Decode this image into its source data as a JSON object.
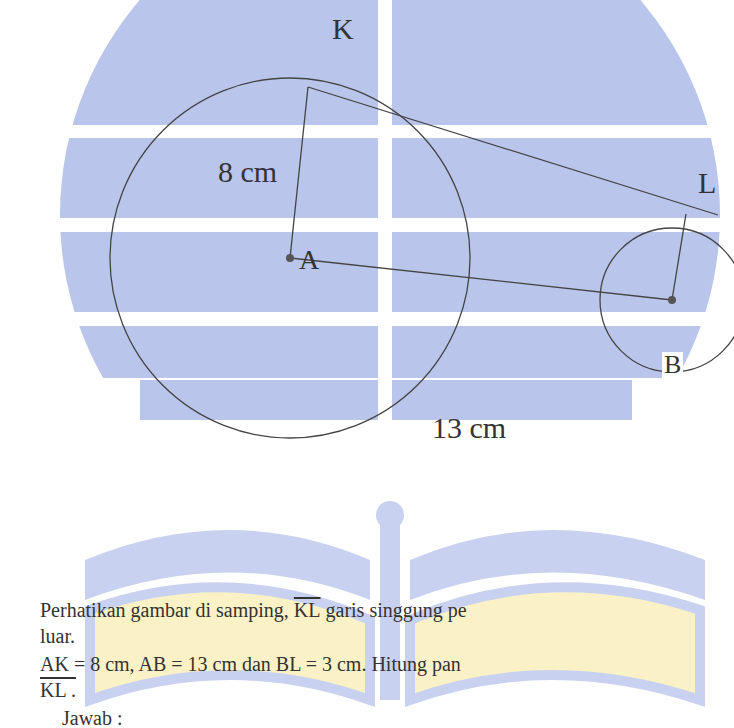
{
  "diagram": {
    "labels": [
      "K",
      "8 cm",
      "L",
      "A",
      "13 cm",
      "B",
      "Perhatikan gambar di samping,",
      "KL",
      "garis singgung pe",
      "luar.",
      "AK = 8 cm, AB = 13 cm dan BL = 3 cm. Hitung pan",
      "KL .",
      "Jawab :"
    ]
  }
}
